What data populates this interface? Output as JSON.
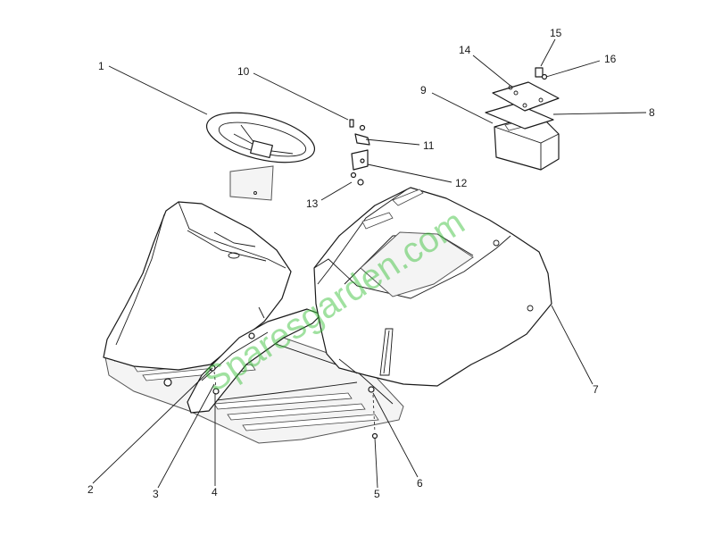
{
  "diagram": {
    "watermark": "Sparesgarden.com",
    "callouts": [
      {
        "id": "c1",
        "label": "1"
      },
      {
        "id": "c2",
        "label": "2"
      },
      {
        "id": "c3",
        "label": "3"
      },
      {
        "id": "c4",
        "label": "4"
      },
      {
        "id": "c5",
        "label": "5"
      },
      {
        "id": "c6",
        "label": "6"
      },
      {
        "id": "c7",
        "label": "7"
      },
      {
        "id": "c8",
        "label": "8"
      },
      {
        "id": "c9",
        "label": "9"
      },
      {
        "id": "c10",
        "label": "10"
      },
      {
        "id": "c11",
        "label": "11"
      },
      {
        "id": "c12",
        "label": "12"
      },
      {
        "id": "c13",
        "label": "13"
      },
      {
        "id": "c14",
        "label": "14"
      },
      {
        "id": "c15",
        "label": "15"
      },
      {
        "id": "c16",
        "label": "16"
      }
    ]
  }
}
